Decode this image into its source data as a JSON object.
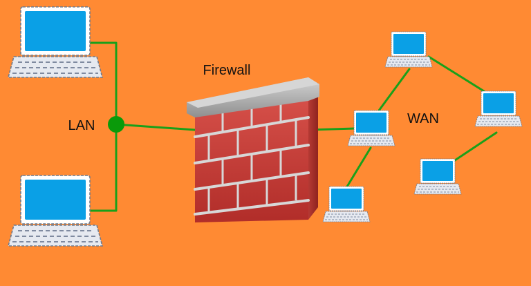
{
  "diagram": {
    "labels": {
      "firewall": "Firewall",
      "lan": "LAN",
      "wan": "WAN"
    },
    "colors": {
      "background": "#ff8a33",
      "link": "#1aa01a",
      "hub": "#0a9a0a",
      "screen": "#0aa0e6",
      "laptop_body": "#d9dde6",
      "laptop_outline": "#6f7a8c",
      "brick": "#c83a34",
      "mortar": "#d7d7d7",
      "wall_cap": "#a9a9a9"
    },
    "nodes": {
      "lan_hosts": [
        "laptop",
        "laptop"
      ],
      "wan_hosts": [
        "laptop",
        "laptop",
        "laptop",
        "laptop",
        "laptop"
      ]
    }
  }
}
